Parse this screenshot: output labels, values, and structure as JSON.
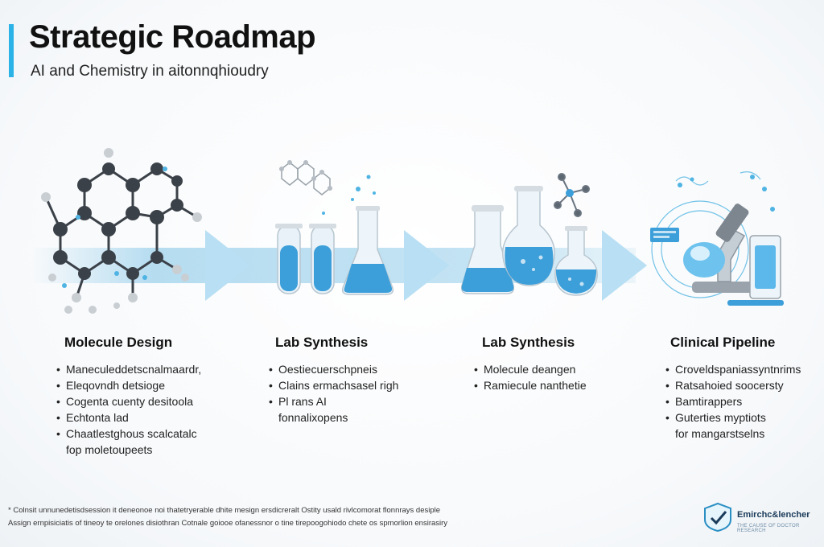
{
  "header": {
    "title": "Strategic Roadmap",
    "subtitle": "AI and Chemistry in aitonnqhioudry"
  },
  "stages": [
    {
      "title": "Molecule Design",
      "bullets": [
        {
          "text": "Maneculeddetscnalmaardr,",
          "bullet": true
        },
        {
          "text": "Eleqovndh detsioge",
          "bullet": true
        },
        {
          "text": "Cogenta cuenty desitoola",
          "bullet": true
        },
        {
          "text": "Echtonta lad",
          "bullet": true
        },
        {
          "text": "Chaatlestghous scalcatalc",
          "bullet": true
        },
        {
          "text": "fop moletoupeets",
          "bullet": false
        }
      ]
    },
    {
      "title": "Lab Synthesis",
      "bullets": [
        {
          "text": "Oestiecuerschpneis",
          "bullet": true
        },
        {
          "text": "Clains ermachsasel righ",
          "bullet": true
        },
        {
          "text": "Pl rans AI",
          "bullet": true
        },
        {
          "text": "fonnalixopens",
          "bullet": false
        }
      ]
    },
    {
      "title": "Lab Synthesis",
      "bullets": [
        {
          "text": "Molecule deangen",
          "bullet": true
        },
        {
          "text": "Ramiecule nanthetie",
          "bullet": true
        }
      ]
    },
    {
      "title": "Clinical Pipeline",
      "bullets": [
        {
          "text": "Croveldspaniassyntnrims",
          "bullet": true
        },
        {
          "text": "Ratsahoied soocersty",
          "bullet": true
        },
        {
          "text": "Bamtirappers",
          "bullet": true
        },
        {
          "text": "Guterties myptiots",
          "bullet": true
        },
        {
          "text": "for mangarstselns",
          "bullet": false
        }
      ]
    }
  ],
  "footer": {
    "line1": "* Colnsit unnunedetisdsession it deneonoe noi thatetryerable dhite mesign ersdicreralt Ostity usald rivlcomorat flonnrays desiple",
    "line2": "Assign ernpisiciatis of tineoy te orelones disiothran Cotnale goiooe ofanessnor o tine tirepoogohiodo chete os spmorlion ensirasiry"
  },
  "logo": {
    "name": "Emirchc&lencher",
    "tagline": "THE CAUSE OF DOCTOR RESEARCH"
  },
  "colors": {
    "accent": "#2bb3e8",
    "band": "#b8dff3",
    "liquid": "#3d9fd9",
    "atom": "#3b4148"
  }
}
